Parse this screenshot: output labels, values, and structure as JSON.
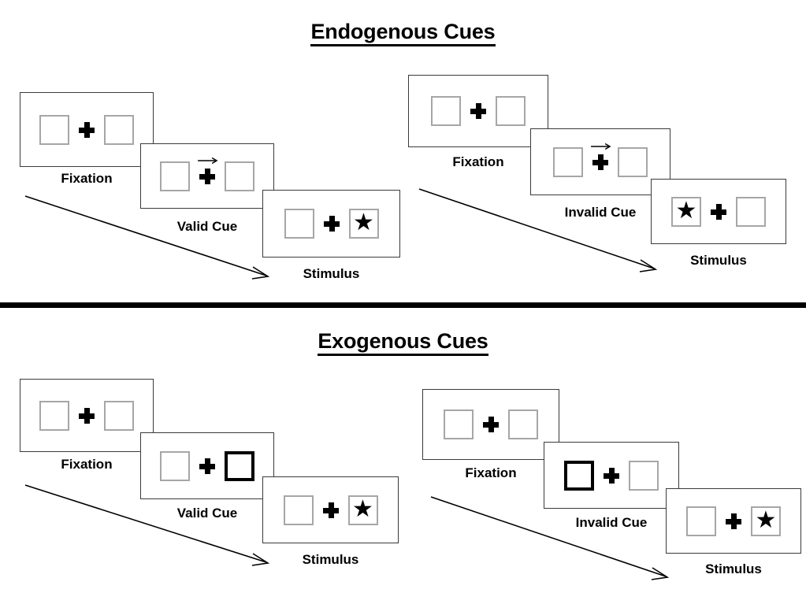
{
  "figure": {
    "sections": [
      {
        "id": "endogenous",
        "title": "Endogenous Cues",
        "columns": [
          {
            "id": "endogenous-valid",
            "frames": [
              {
                "stage": "Fixation",
                "left_box": "empty",
                "right_box": "empty",
                "cue": "none",
                "cue_side": "none",
                "target": "none"
              },
              {
                "stage": "Valid Cue",
                "left_box": "empty",
                "right_box": "empty",
                "cue": "arrow",
                "cue_side": "right",
                "target": "none"
              },
              {
                "stage": "Stimulus",
                "left_box": "empty",
                "right_box": "star",
                "cue": "none",
                "cue_side": "none",
                "target": "right"
              }
            ]
          },
          {
            "id": "endogenous-invalid",
            "frames": [
              {
                "stage": "Fixation",
                "left_box": "empty",
                "right_box": "empty",
                "cue": "none",
                "cue_side": "none",
                "target": "none"
              },
              {
                "stage": "Invalid Cue",
                "left_box": "empty",
                "right_box": "empty",
                "cue": "arrow",
                "cue_side": "right",
                "target": "none"
              },
              {
                "stage": "Stimulus",
                "left_box": "star",
                "right_box": "empty",
                "cue": "none",
                "cue_side": "none",
                "target": "left"
              }
            ]
          }
        ]
      },
      {
        "id": "exogenous",
        "title": "Exogenous Cues",
        "columns": [
          {
            "id": "exogenous-valid",
            "frames": [
              {
                "stage": "Fixation",
                "left_box": "empty",
                "right_box": "empty",
                "cue": "none",
                "cue_side": "none",
                "target": "none"
              },
              {
                "stage": "Valid Cue",
                "left_box": "empty",
                "right_box": "highlight",
                "cue": "peripheral",
                "cue_side": "right",
                "target": "none"
              },
              {
                "stage": "Stimulus",
                "left_box": "empty",
                "right_box": "star",
                "cue": "none",
                "cue_side": "none",
                "target": "right"
              }
            ]
          },
          {
            "id": "exogenous-invalid",
            "frames": [
              {
                "stage": "Fixation",
                "left_box": "empty",
                "right_box": "empty",
                "cue": "none",
                "cue_side": "none",
                "target": "none"
              },
              {
                "stage": "Invalid Cue",
                "left_box": "highlight",
                "right_box": "empty",
                "cue": "peripheral",
                "cue_side": "left",
                "target": "none"
              },
              {
                "stage": "Stimulus",
                "left_box": "empty",
                "right_box": "star",
                "cue": "none",
                "cue_side": "none",
                "target": "right"
              }
            ]
          }
        ]
      }
    ],
    "glyphs": {
      "star": "★",
      "fixation_cross": "fixation-plus",
      "arrow_cue": "right-arrow",
      "time_arrow": "time-flow-arrow"
    },
    "colors": {
      "ink": "#000000",
      "panel_border": "#3a3a3a",
      "box_border": "#a6a6a6",
      "cued_box_border": "#000000",
      "background": "#ffffff"
    }
  }
}
